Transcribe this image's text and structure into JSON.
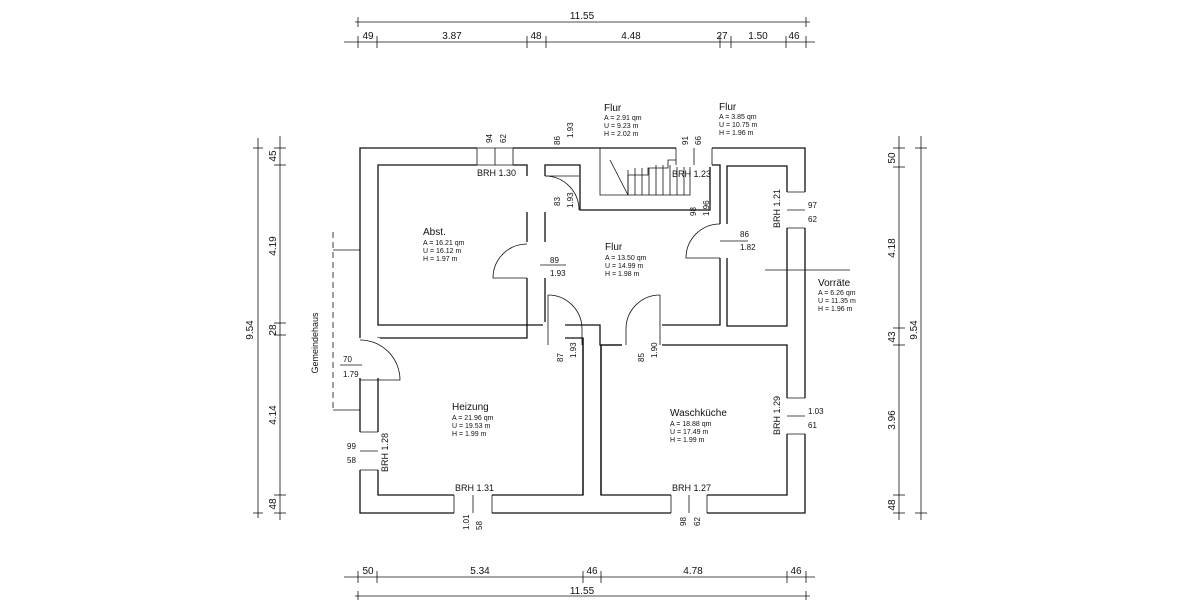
{
  "dimensions": {
    "top": {
      "total": "11.55",
      "segments": [
        "49",
        "3.87",
        "48",
        "4.48",
        "27",
        "1.50",
        "46"
      ]
    },
    "bottom": {
      "total": "11.55",
      "segments": [
        "50",
        "5.34",
        "46",
        "4.78",
        "46"
      ]
    },
    "left": {
      "total": "9.54",
      "segments": [
        "45",
        "4.19",
        "28",
        "4.14",
        "48"
      ]
    },
    "right": {
      "total": "9.54",
      "segments": [
        "50",
        "4.18",
        "43",
        "3.96",
        "48"
      ]
    }
  },
  "labels": {
    "gemeindehaus": "Gemeindehaus",
    "brh_abst": "BRH 1.30",
    "brh_flur_top": "BRH 1.23",
    "brh_vorraete": "BRH 1.21",
    "brh_heizung_left": "BRH 1.28",
    "brh_heizung_bottom": "BRH 1.31",
    "brh_wasch_right": "BRH 1.29",
    "brh_wasch_bottom": "BRH 1.27"
  },
  "openings": {
    "abst_window": [
      "94",
      "62"
    ],
    "flur_door_top": [
      "86",
      "1.93"
    ],
    "flur_window_top": [
      "91",
      "66"
    ],
    "abst_door": [
      "83",
      "1.93"
    ],
    "stair_window": [
      "98",
      "1.96"
    ],
    "vorraete_window": [
      "97",
      "62"
    ],
    "vorraete_door": [
      "86",
      "1.82"
    ],
    "flur_door_mid": [
      "89",
      "1.93"
    ],
    "heizung_door_top": [
      "87",
      "1.93"
    ],
    "wasch_door_top": [
      "85",
      "1.90"
    ],
    "entrance_door": [
      "70",
      "1.79"
    ],
    "heizung_window_left": [
      "99",
      "58"
    ],
    "heizung_window_bottom": [
      "1.01",
      "58"
    ],
    "wasch_window_right": [
      "1.03",
      "61"
    ],
    "wasch_window_bottom": [
      "98",
      "62"
    ]
  },
  "rooms": {
    "abst": {
      "name": "Abst.",
      "a": "A  =  16.21 qm",
      "u": "U  =  16.12 m",
      "h": "H  =    1.97 m"
    },
    "flur_main": {
      "name": "Flur",
      "a": "A  =  13.50 qm",
      "u": "U  =  14.99 m",
      "h": "H  =   1.98 m"
    },
    "flur_stair": {
      "name": "Flur",
      "a": "A  =    2.91 qm",
      "u": "U  =    9.23 m",
      "h": "H  =    2.02 m"
    },
    "flur_right": {
      "name": "Flur",
      "a": "A  =    3.85 qm",
      "u": "U  =  10.75 m",
      "h": "H  =    1.96 m"
    },
    "vorraete": {
      "name": "Vorräte",
      "a": "A  =    6.26 qm",
      "u": "U  =  11.35 m",
      "h": "H  =    1.96 m"
    },
    "heizung": {
      "name": "Heizung",
      "a": "A  =  21.96 qm",
      "u": "U  =  19.53 m",
      "h": "H  =    1.99 m"
    },
    "waschkueche": {
      "name": "Waschküche",
      "a": "A  =  18.88 qm",
      "u": "U  =  17.49 m",
      "h": "H  =    1.99 m"
    }
  }
}
